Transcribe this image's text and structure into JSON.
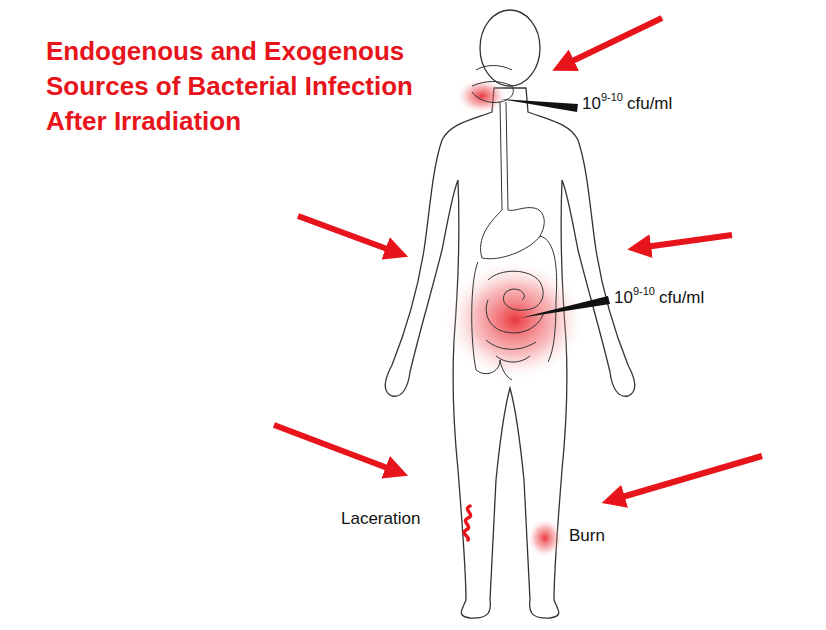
{
  "diagram": {
    "title": "Endogenous and Exogenous Sources of Bacterial Infection After Irradiation",
    "labels": [
      "10",
      "9-10",
      "cfu/ml",
      "10",
      "9-10",
      "cfu/ml",
      "Laceration",
      "Burn"
    ]
  }
}
